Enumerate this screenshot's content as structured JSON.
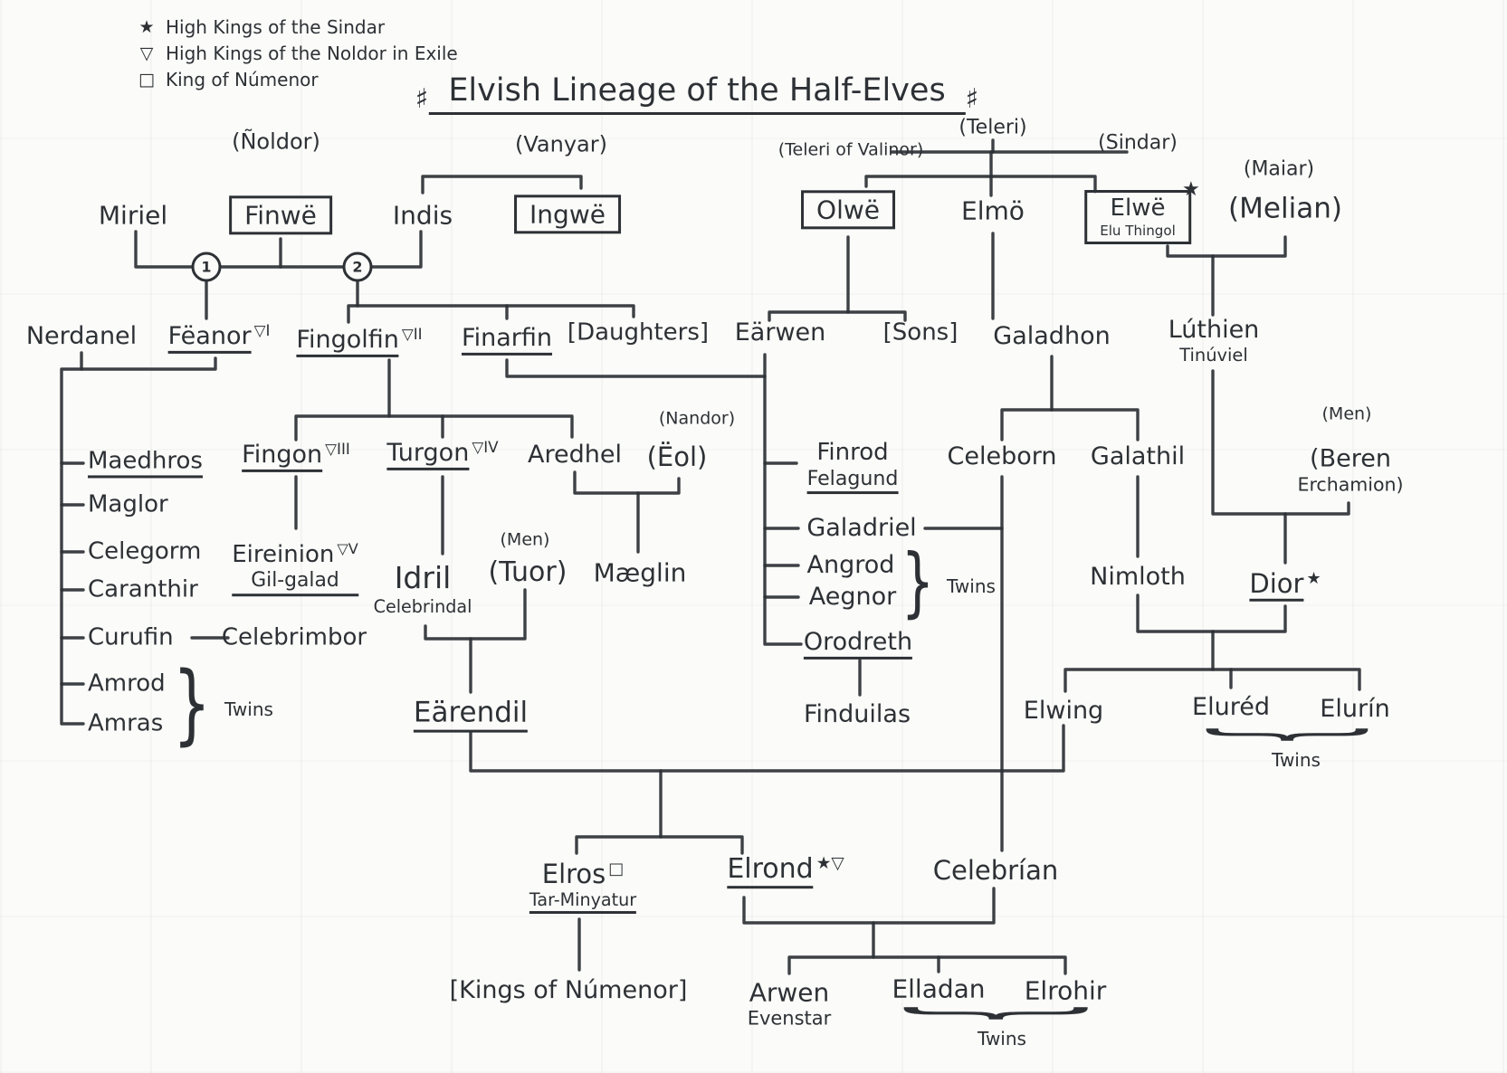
{
  "title": "Elvish Lineage of the Half-Elves",
  "icons": {
    "sharp": "♯",
    "star": "★",
    "triangle": "▽",
    "square": "□",
    "brace": "}"
  },
  "legend": {
    "items": [
      {
        "symbol": "★",
        "label": "High Kings of the Sindar"
      },
      {
        "symbol": "▽",
        "label": "High Kings of the Noldor in Exile"
      },
      {
        "symbol": "□",
        "label": "King of Númenor"
      }
    ]
  },
  "kindreds": {
    "noldor": "(Ñoldor)",
    "vanyar": "(Vanyar)",
    "teleri": "(Teleri)",
    "teleri_valinor": "(Teleri of Valinor)",
    "sindar": "(Sindar)",
    "maiar": "(Maiar)",
    "nandor": "(Nandor)",
    "men_tuor": "(Men)",
    "men_beren": "(Men)"
  },
  "marriage_numbers": {
    "first": "1",
    "second": "2"
  },
  "twins_label": "Twins",
  "nodes": {
    "miriel": {
      "name": "Miriel"
    },
    "finwe": {
      "name": "Finwë"
    },
    "indis": {
      "name": "Indis"
    },
    "ingwe": {
      "name": "Ingwë"
    },
    "olwe": {
      "name": "Olwë"
    },
    "elmo": {
      "name": "Elmö"
    },
    "elwe": {
      "name": "Elwë",
      "sub": "Elu Thingol",
      "marker": "★"
    },
    "melian": {
      "name": "(Melian)"
    },
    "nerdanel": {
      "name": "Nerdanel"
    },
    "feanor": {
      "name": "Fëanor",
      "marker": "▽I"
    },
    "fingolfin": {
      "name": "Fingolfin",
      "marker": "▽II"
    },
    "finarfin": {
      "name": "Finarfin"
    },
    "daughters": {
      "name": "[Daughters]"
    },
    "earwen": {
      "name": "Eärwen"
    },
    "sons": {
      "name": "[Sons]"
    },
    "galadhon": {
      "name": "Galadhon"
    },
    "luthien": {
      "name": "Lúthien",
      "sub": "Tinúviel"
    },
    "maedhros": {
      "name": "Maedhros"
    },
    "maglor": {
      "name": "Maglor"
    },
    "celegorm": {
      "name": "Celegorm"
    },
    "caranthir": {
      "name": "Caranthir"
    },
    "curufin": {
      "name": "Curufin"
    },
    "celebrimbor": {
      "name": "Celebrimbor"
    },
    "amrod": {
      "name": "Amrod"
    },
    "amras": {
      "name": "Amras"
    },
    "fingon": {
      "name": "Fingon",
      "marker": "▽III"
    },
    "turgon": {
      "name": "Turgon",
      "marker": "▽IV"
    },
    "aredhel": {
      "name": "Aredhel"
    },
    "eol": {
      "name": "(Ëol)"
    },
    "ereinion": {
      "name": "Eireinion",
      "sub": "Gil-galad",
      "marker": "▽V"
    },
    "idril": {
      "name": "Idril",
      "sub": "Celebrindal"
    },
    "tuor": {
      "name": "(Tuor)"
    },
    "maeglin": {
      "name": "Mæglin"
    },
    "finrod": {
      "name": "Finrod",
      "sub": "Felagund"
    },
    "celeborn": {
      "name": "Celeborn"
    },
    "galathil": {
      "name": "Galathil"
    },
    "beren": {
      "name": "(Beren",
      "sub": "Erchamion)"
    },
    "galadriel": {
      "name": "Galadriel"
    },
    "angrod": {
      "name": "Angrod"
    },
    "aegnor": {
      "name": "Aegnor"
    },
    "orodreth": {
      "name": "Orodreth"
    },
    "nimloth": {
      "name": "Nimloth"
    },
    "dior": {
      "name": "Dior",
      "marker": "★"
    },
    "earendil": {
      "name": "Eärendil"
    },
    "finduilas": {
      "name": "Finduilas"
    },
    "elwing": {
      "name": "Elwing"
    },
    "elured": {
      "name": "Eluréd"
    },
    "elurin": {
      "name": "Elurín"
    },
    "elros": {
      "name": "Elros",
      "sub": "Tar-Minyatur",
      "marker": "□"
    },
    "elrond": {
      "name": "Elrond",
      "marker": "★▽"
    },
    "celebrian": {
      "name": "Celebrían"
    },
    "kings_of_numenor": {
      "name": "[Kings of Númenor]"
    },
    "arwen": {
      "name": "Arwen",
      "sub": "Evenstar"
    },
    "elladan": {
      "name": "Elladan"
    },
    "elrohir": {
      "name": "Elrohir"
    }
  }
}
